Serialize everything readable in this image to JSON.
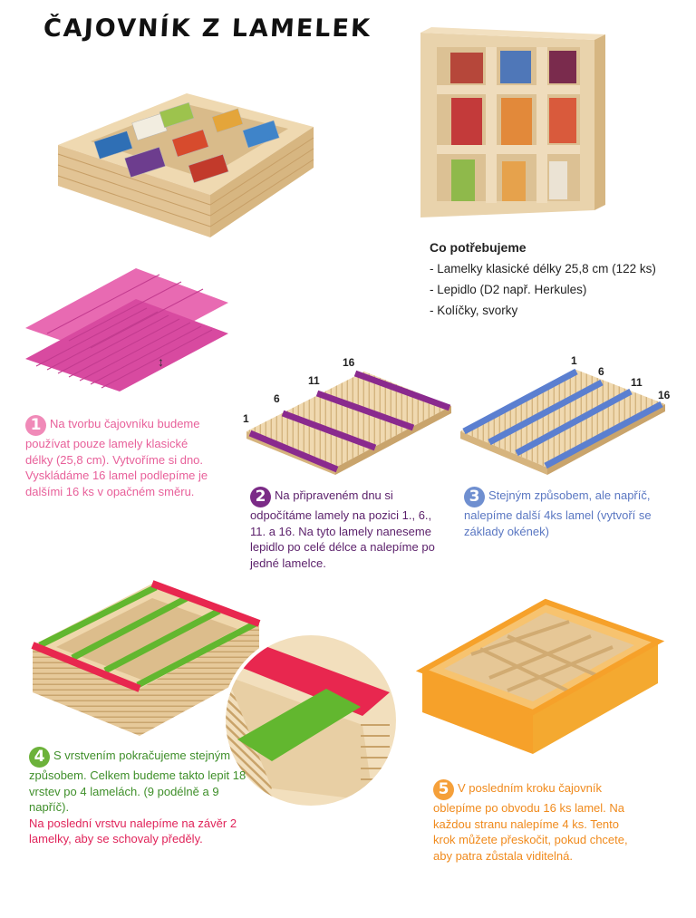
{
  "title": "ČAJOVNÍK Z LAMELEK",
  "needs": {
    "heading": "Co potřebujeme",
    "items": [
      "- Lamelky klasické délky 25,8 cm (122 ks)",
      "- Lepidlo (D2 např. Herkules)",
      "- Kolíčky, svorky"
    ]
  },
  "steps": [
    {
      "number": "1",
      "text": "Na tvorbu čajovníku budeme používat pouze lamely klasické délky (25,8 cm). Vytvoříme si dno. Vyskládáme 16 lamel podlepíme je dalšími 16 ks v opačném směru.",
      "color": "#e8609a"
    },
    {
      "number": "2",
      "text": "Na připraveném dnu si odpočítáme lamely na pozici 1., 6., 11. a 16. Na tyto lamely naneseme lepidlo po celé délce a nalepíme po jedné lamelce.",
      "color": "#5a1f6a"
    },
    {
      "number": "3",
      "text": "Stejným způsobem, ale napříč, nalepíme další 4ks lamel (vytvoří se základy okének)",
      "color": "#5a77c2"
    },
    {
      "number": "4",
      "text": "S vrstvením pokračujeme stejným způsobem. Celkem budeme takto lepit 18 vrstev po 4 lamelách. (9 podélně a 9 napříč).",
      "text_red": "Na poslední vrstvu nalepíme na závěr 2 lamelky, aby se schovaly předěly.",
      "color": "#3f8f2a"
    },
    {
      "number": "5",
      "text": "V posledním kroku čajovník oblepíme po obvodu 16 ks lamel. Na každou stranu nalepíme 4 ks. Tento krok můžete přeskočit, pokud chcete, aby patra zůstala viditelná.",
      "color": "#f08a1c"
    }
  ],
  "diagram_labels": {
    "step2": [
      "1",
      "6",
      "11",
      "16"
    ],
    "step3": [
      "1",
      "6",
      "11",
      "16"
    ]
  },
  "colors": {
    "wood": "#e8cfa4",
    "pink": "#e05aa6",
    "purple": "#8a2a8e",
    "blue": "#5b7fd0",
    "green": "#62b72f",
    "red": "#e8274f",
    "orange": "#f6a12a"
  }
}
